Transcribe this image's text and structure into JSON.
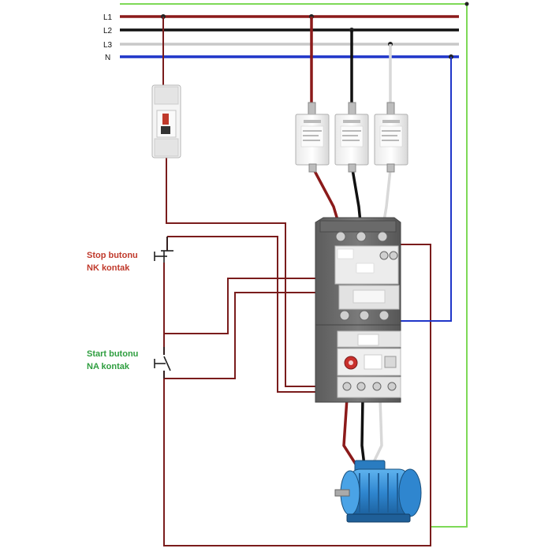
{
  "bus_labels": {
    "l1": "L1",
    "l2": "L2",
    "l3": "L3",
    "n": "N"
  },
  "stop_button": {
    "line1": "Stop butonu",
    "line2": "NK kontak"
  },
  "start_button": {
    "line1": "Start butonu",
    "line2": "NA kontak"
  },
  "colors": {
    "l1": "#8b1a1a",
    "l2": "#111111",
    "l3": "#c8c8c8",
    "n": "#1f35c9",
    "pe": "#7ed957",
    "control": "#7a1c1c",
    "stop_text": "#c0392b",
    "start_text": "#2e9e3f",
    "motor": "#2f8fd6"
  }
}
